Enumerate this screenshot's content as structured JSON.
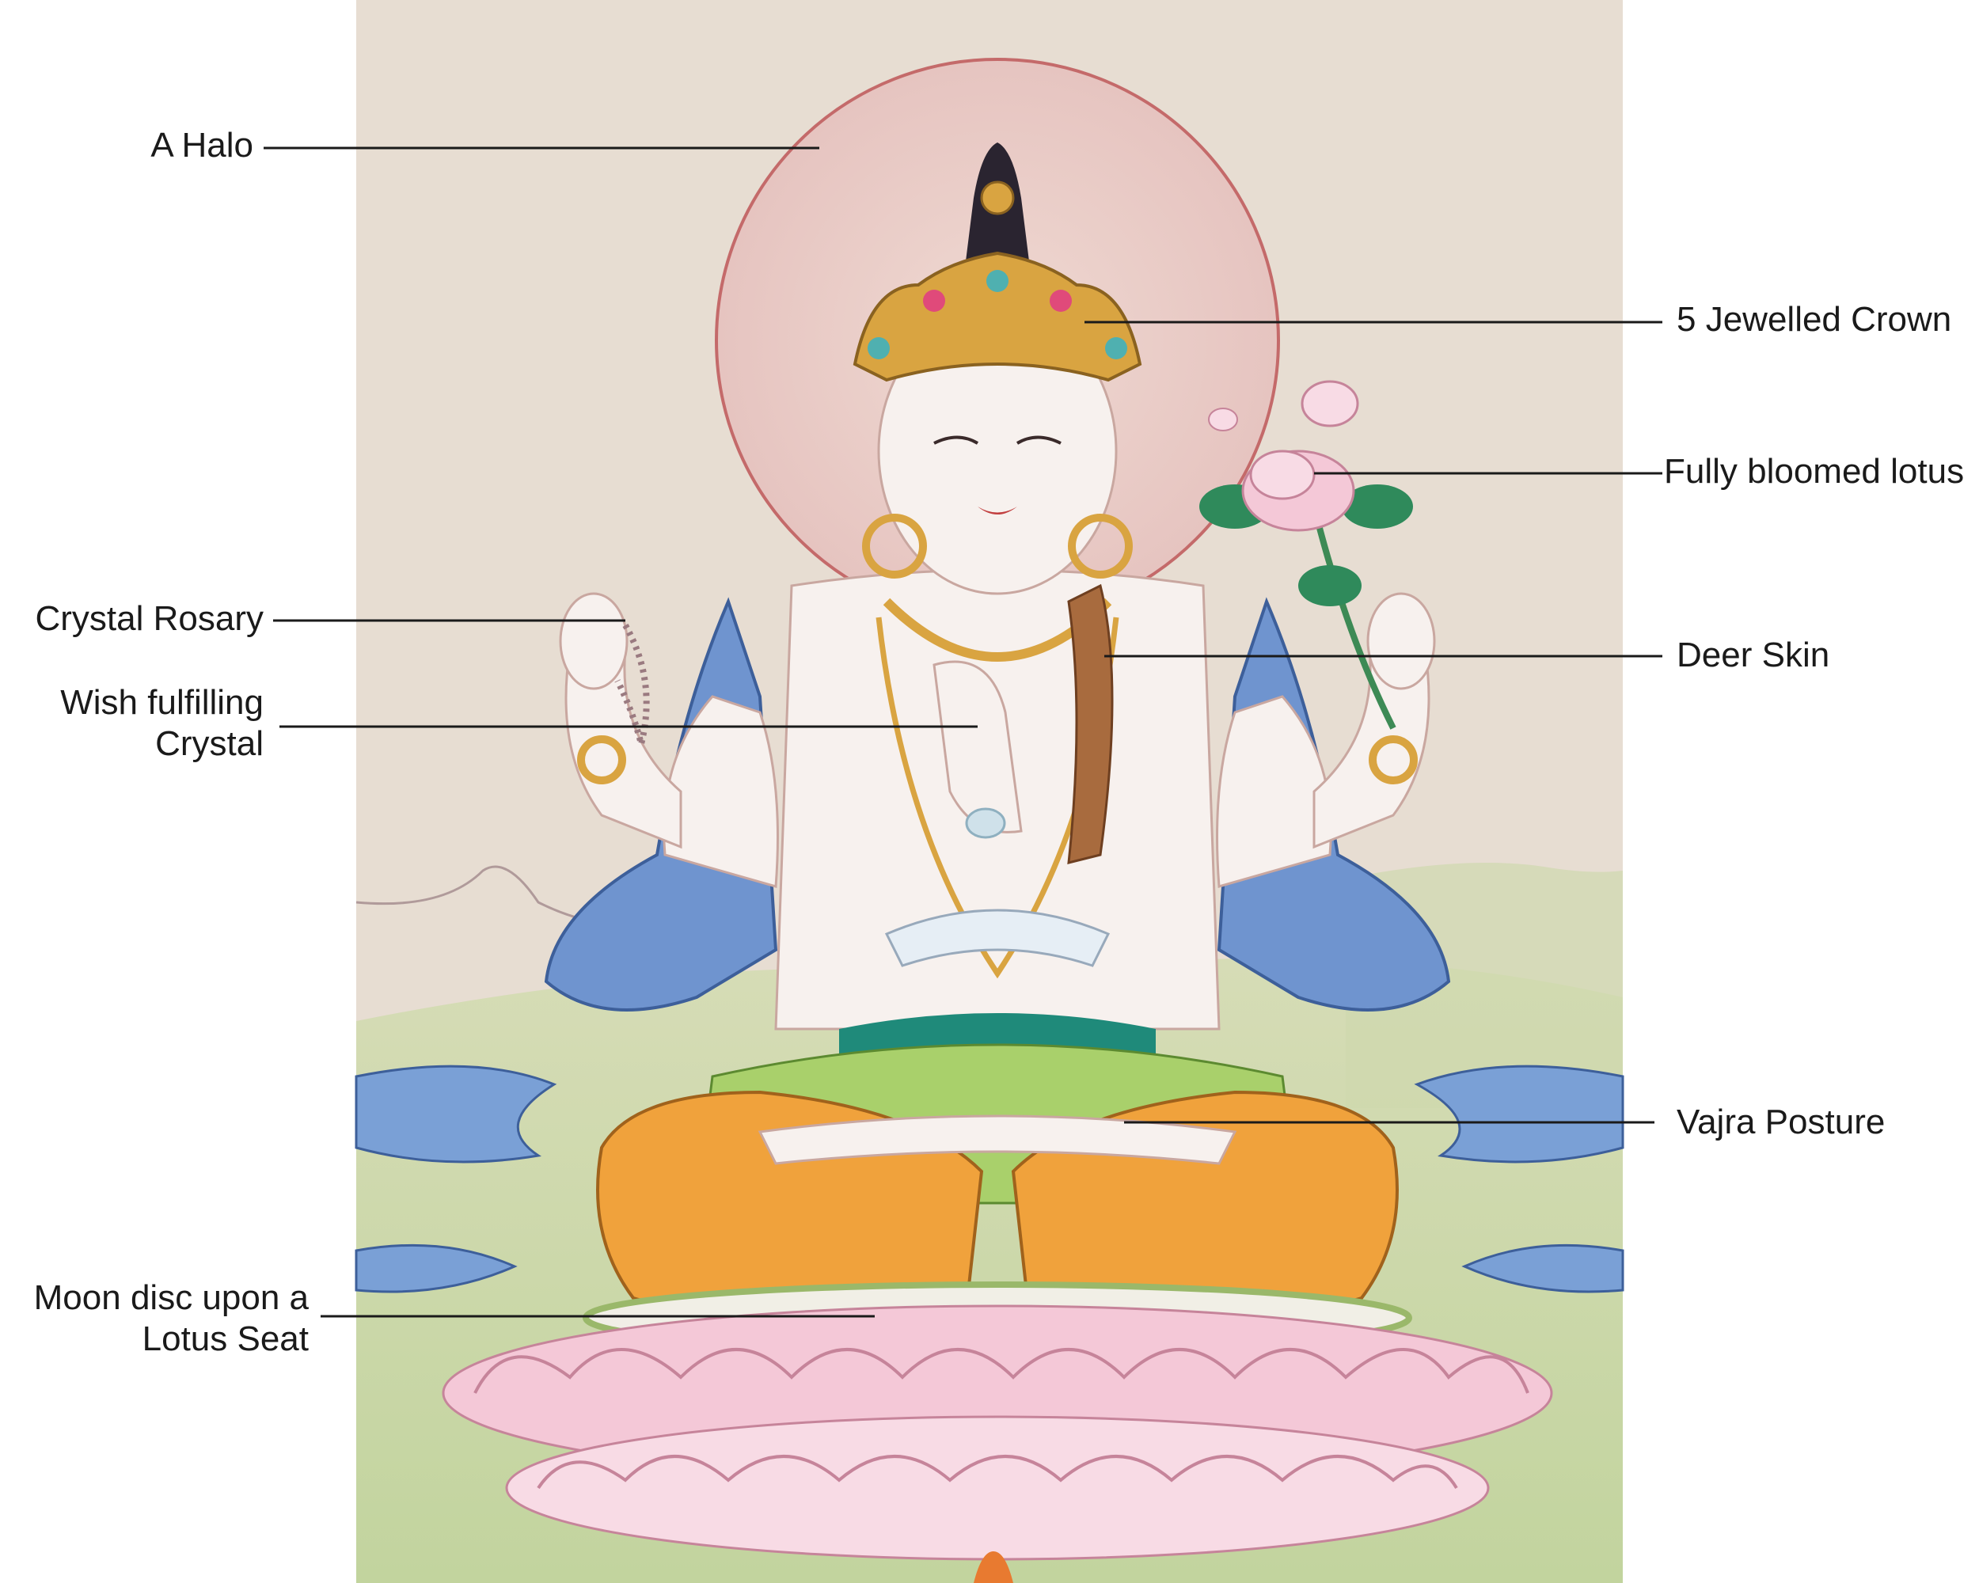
{
  "diagram": {
    "colors": {
      "canvas": "#e7ddd2",
      "ground": "#c9d8a8",
      "halo": "#e9c9c4",
      "halo_stroke": "#c46a6a",
      "skin": "#f7f1ee",
      "shawl": "#6f94cf",
      "gold": "#d9a441",
      "robe_orange": "#f0a23c",
      "robe_green": "#a9d06b",
      "sash_teal": "#1f8a7a",
      "lotus_pink": "#f4c8d7",
      "leader_line": "#1a1a1a"
    },
    "labels": {
      "halo": "A Halo",
      "crown": "5 Jewelled Crown",
      "lotus": "Fully bloomed lotus",
      "rosary": "Crystal Rosary",
      "deer": "Deer Skin",
      "crystal_1": "Wish fulfilling",
      "crystal_2": "Crystal",
      "vajra": "Vajra Posture",
      "moon_1": "Moon disc upon a",
      "moon_2": "Lotus Seat"
    }
  }
}
